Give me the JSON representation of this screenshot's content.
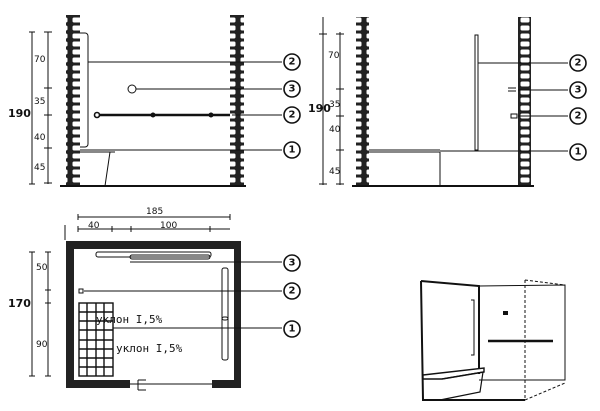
{
  "elevation_left": {
    "total_height": "190",
    "segments": [
      "70",
      "35",
      "40",
      "45"
    ],
    "callouts": [
      "2",
      "3",
      "2",
      "1"
    ]
  },
  "elevation_right": {
    "total_height": "190",
    "segments": [
      "70",
      "35",
      "40",
      "45"
    ],
    "callouts": [
      "2",
      "3",
      "2",
      "1"
    ]
  },
  "plan": {
    "total_width": "185",
    "width_segments": [
      "40",
      "100"
    ],
    "total_depth": "170",
    "depth_segments": [
      "50",
      "90"
    ],
    "slope_labels": [
      "уклон I,5%",
      "уклон I,5%"
    ],
    "callouts": [
      "3",
      "2",
      "1"
    ]
  }
}
